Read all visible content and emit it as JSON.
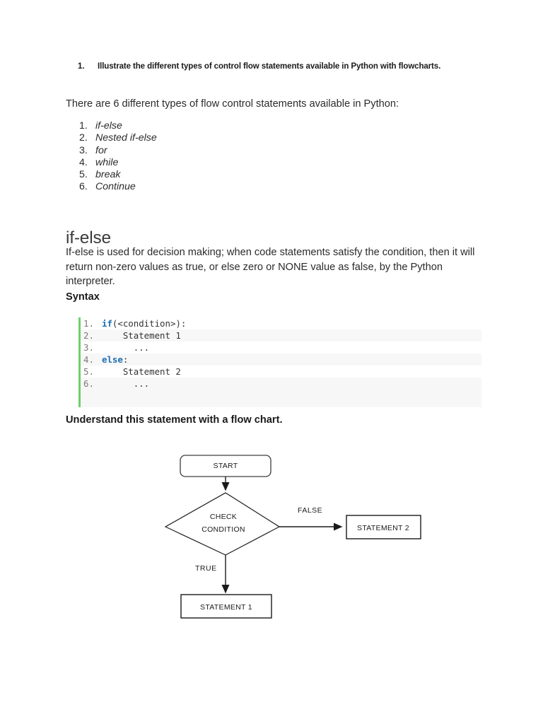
{
  "question": {
    "number": "1.",
    "text": "Illustrate the different types of control flow statements available in Python with flowcharts."
  },
  "intro": {
    "text": "There are 6 different types of flow control statements available in Python:"
  },
  "types_list": [
    {
      "num": "1.",
      "label": "if-else"
    },
    {
      "num": "2.",
      "label": "Nested if-else"
    },
    {
      "num": "3.",
      "label": "for"
    },
    {
      "num": "4.",
      "label": "while"
    },
    {
      "num": "5.",
      "label": "break"
    },
    {
      "num": "6.",
      "label": "Continue"
    }
  ],
  "section": {
    "heading": "if-else",
    "body": "If-else is used for decision making; when code statements satisfy the condition, then it will return non-zero values as true, or else zero or NONE value as false, by the Python interpreter.",
    "syntax_label": "Syntax",
    "understand_label": "Understand this statement with a flow chart."
  },
  "code_block": {
    "keyword_color": "#1f6fb5",
    "accent_bar_color": "#6ece6e",
    "alt_row_color": "#f7f7f7",
    "lines": [
      {
        "num": "1.",
        "keyword": "if",
        "rest": "(<condition>):"
      },
      {
        "num": "2.",
        "keyword": "",
        "rest": "    Statement 1"
      },
      {
        "num": "3.",
        "keyword": "",
        "rest": "      ..."
      },
      {
        "num": "4.",
        "keyword": "else",
        "rest": ":"
      },
      {
        "num": "5.",
        "keyword": "",
        "rest": "    Statement 2"
      },
      {
        "num": "6.",
        "keyword": "",
        "rest": "      ..."
      }
    ]
  },
  "flowchart": {
    "nodes": {
      "start": "START",
      "decision_line1": "CHECK",
      "decision_line2": "CONDITION",
      "statement_true": "STATEMENT 1",
      "statement_false": "STATEMENT 2"
    },
    "edges": {
      "false_label": "FALSE",
      "true_label": "TRUE"
    },
    "stroke_color": "#1a1a1a"
  }
}
